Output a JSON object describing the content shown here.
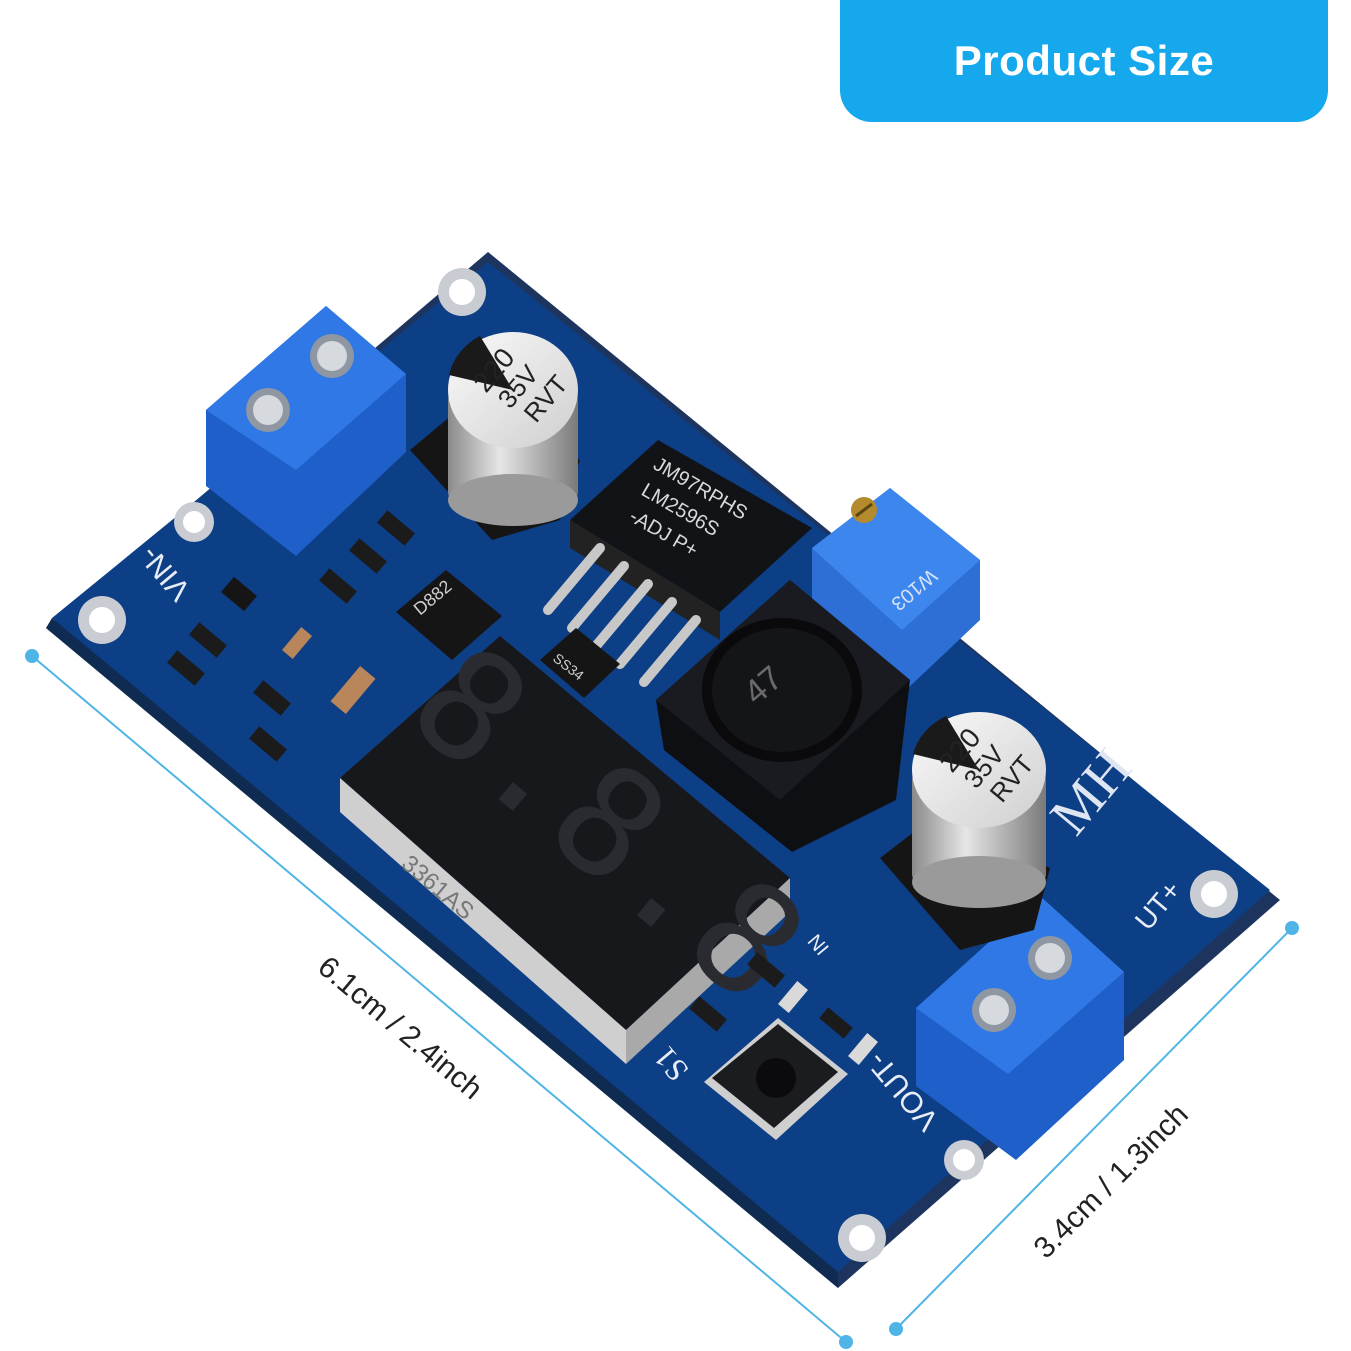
{
  "header": {
    "badge_label": "Product Size",
    "badge_color": "#15a8ec"
  },
  "dimensions": {
    "length_label": "6.1cm / 2.4inch",
    "width_label": "3.4cm / 1.3inch",
    "line_color": "#4fb4e6"
  },
  "board": {
    "pcb_color": "#0d3f86",
    "regulator_marking_1": "JM97RPHS",
    "regulator_marking_2": "LM2596S",
    "regulator_marking_3": "-ADJ  P+",
    "capacitor_value": "220",
    "capacitor_voltage": "35V",
    "capacitor_series": "RVT",
    "display_part": "3361AS",
    "display_digits": "8.8.8",
    "potentiometer_marking": "W103",
    "brand_mark": "MH",
    "transistor_marking": "D882",
    "diode_marking": "SS34",
    "input_label": "VIN-",
    "output_neg_label": "VOUT-",
    "output_pos_label": "UT+",
    "switch_label": "S1",
    "led_in_label": "IN"
  }
}
